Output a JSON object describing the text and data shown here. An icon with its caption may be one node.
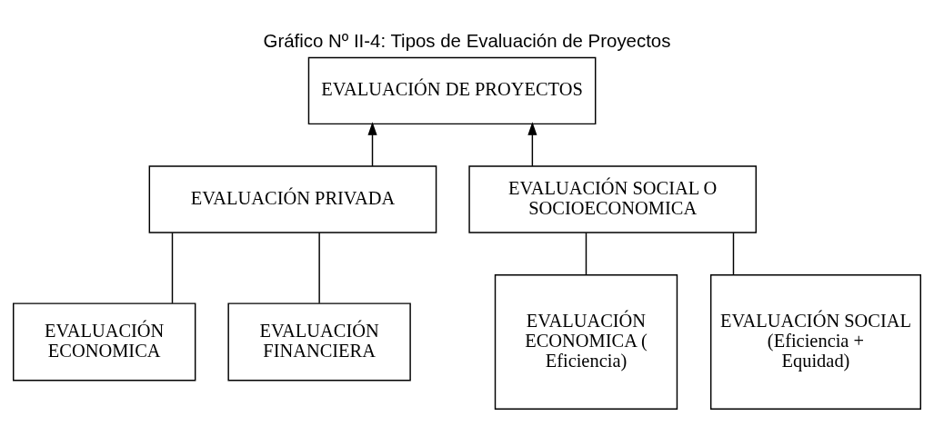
{
  "diagram": {
    "title": "Gráfico Nº II-4: Tipos de Evaluación de Proyectos",
    "nodes": [
      {
        "text": [
          "EVALUACIÓN DE PROYECTOS"
        ]
      },
      {
        "text": [
          "EVALUACIÓN PRIVADA"
        ]
      },
      {
        "text": [
          "EVALUACIÓN SOCIAL O SOCIOECONOMICA"
        ]
      },
      {
        "text": [
          "EVALUACIÓN ECONOMICA"
        ]
      },
      {
        "text": [
          "EVALUACIÓN FINANCIERA"
        ]
      },
      {
        "text": [
          "EVALUACIÓN ECONOMICA (Eficiencia)"
        ]
      },
      {
        "text": [
          "EVALUACIÓN SOCIAL (Eficiencia + Equidad)"
        ]
      }
    ],
    "edges": [
      {
        "from": 1,
        "to": 0,
        "arrow": "to"
      },
      {
        "from": 2,
        "to": 0,
        "arrow": "to"
      },
      {
        "from": 1,
        "to": 3,
        "arrow": "none"
      },
      {
        "from": 1,
        "to": 4,
        "arrow": "none"
      },
      {
        "from": 2,
        "to": 5,
        "arrow": "none"
      },
      {
        "from": 2,
        "to": 6,
        "arrow": "none"
      }
    ]
  }
}
